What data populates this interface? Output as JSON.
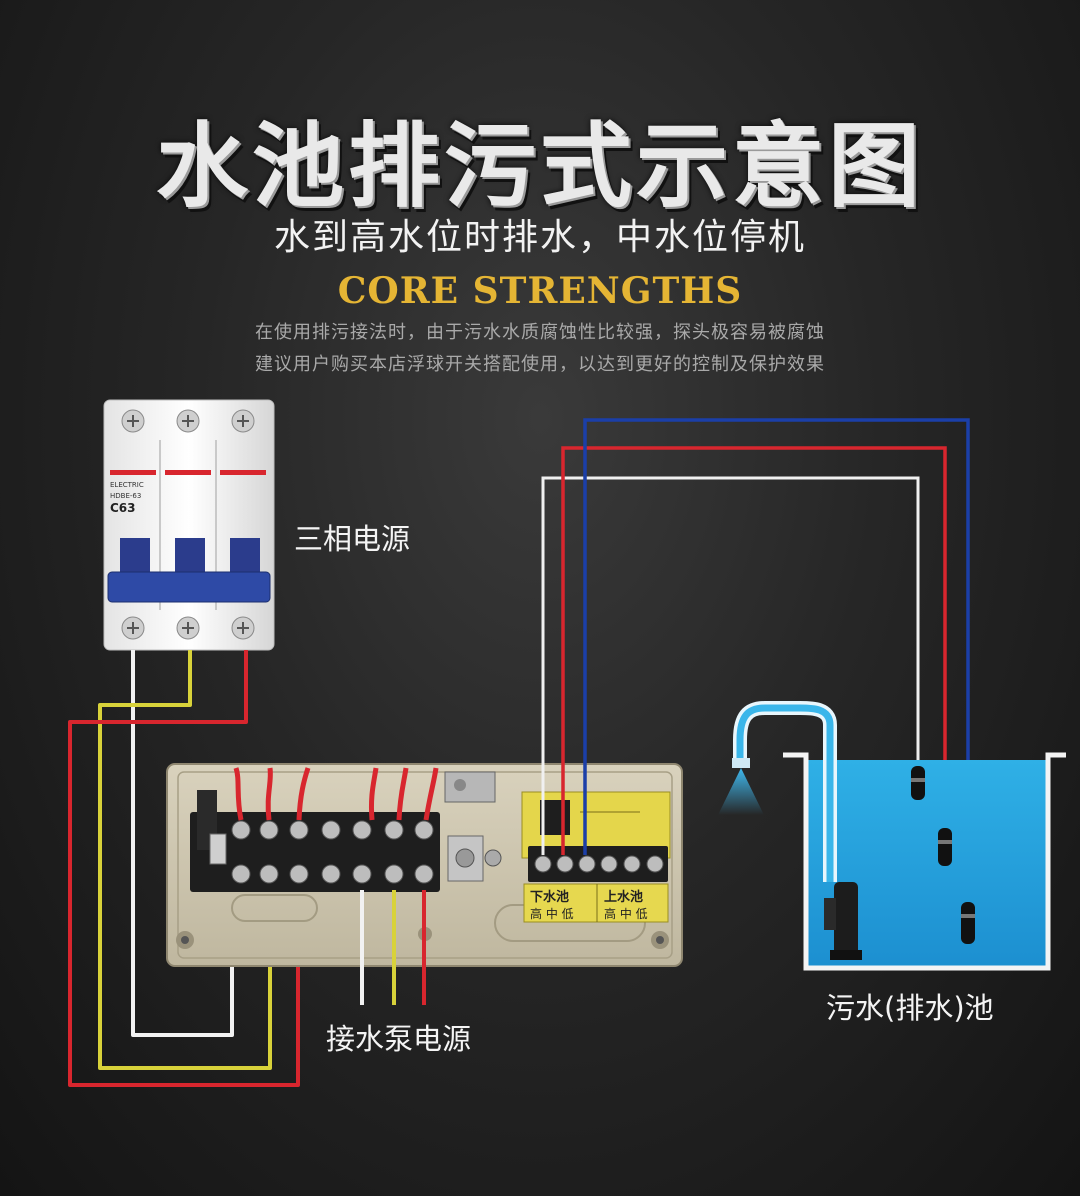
{
  "title": "水池排污式示意图",
  "subtitle": "水到高水位时排水，中水位停机",
  "core_heading": "CORE STRENGTHS",
  "description": [
    "在使用排污接法时，由于污水水质腐蚀性比较强，探头极容易被腐蚀",
    "建议用户购买本店浮球开关搭配使用，以达到更好的控制及保护效果"
  ],
  "labels": {
    "power": "三相电源",
    "pump_power": "接水泵电源",
    "sewage_pool": "污水(排水)池"
  },
  "breaker": {
    "brand": "ELECTRIC",
    "model": "HDBE-63",
    "rating": "C63"
  },
  "terminal_labels": {
    "lower_pool": "下水池",
    "upper_pool": "上水池",
    "levels_lower": "高 中 低",
    "levels_upper": "高 中 低"
  },
  "colors": {
    "title": "#e9e9e9",
    "accent_gold": "#e5b534",
    "wire_red": "#d8262e",
    "wire_yellow": "#d8d23a",
    "wire_white": "#f2f2f2",
    "wire_blue": "#1b3fa8",
    "water": "#2aa6de"
  }
}
